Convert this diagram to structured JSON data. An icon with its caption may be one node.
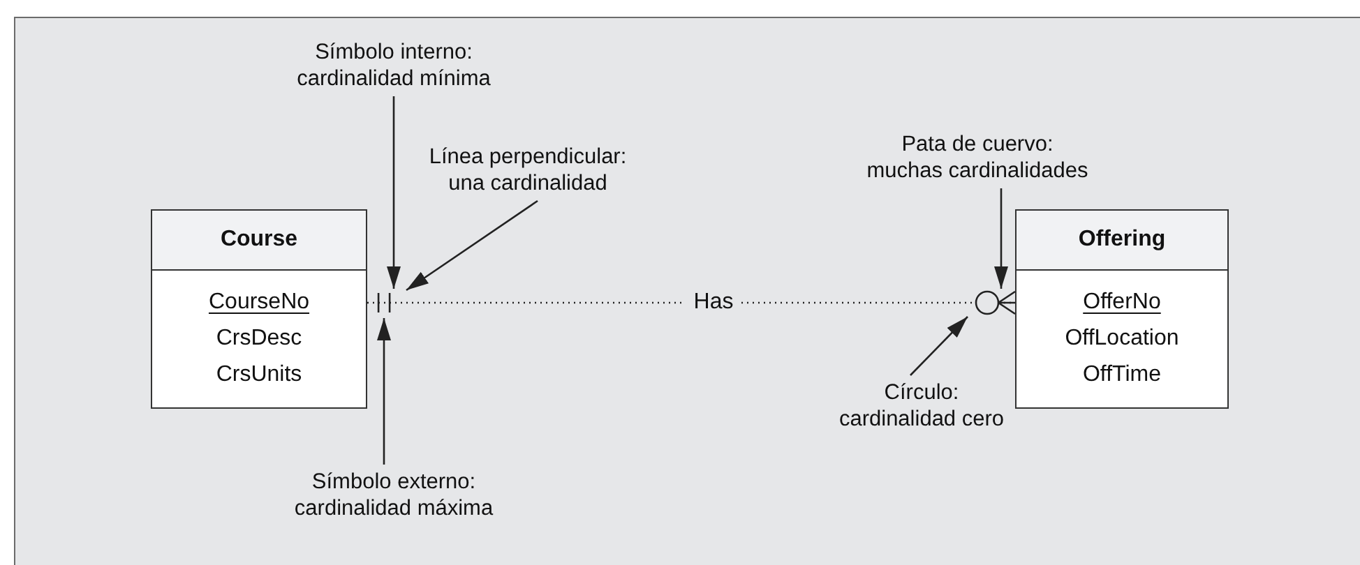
{
  "diagram": {
    "nodes": [
      {
        "text": [
          "Course",
          "CourseNo",
          "CrsDesc",
          "CrsUnits"
        ]
      },
      {
        "text": [
          "Offering",
          "OfferNo",
          "OffLocation",
          "OffTime"
        ]
      },
      {
        "text": [
          "Símbolo interno: cardinalidad mínima"
        ]
      },
      {
        "text": [
          "Línea perpendicular: una cardinalidad"
        ]
      },
      {
        "text": [
          "Símbolo externo: cardinalidad máxima"
        ]
      },
      {
        "text": [
          "Pata de cuervo: muchas cardinalidades"
        ]
      },
      {
        "text": [
          "Círculo: cardinalidad cero"
        ]
      }
    ],
    "edges": [
      {
        "from": 0,
        "to": 1,
        "arrow": "other",
        "label": "Has",
        "style": "dashed"
      },
      {
        "from": 2,
        "to": 0,
        "arrow": "to"
      },
      {
        "from": 3,
        "to": null,
        "arrow": "to"
      },
      {
        "from": 4,
        "to": 0,
        "arrow": "to"
      },
      {
        "from": 5,
        "to": 1,
        "arrow": "to"
      },
      {
        "from": 6,
        "to": null,
        "arrow": "to"
      }
    ]
  }
}
